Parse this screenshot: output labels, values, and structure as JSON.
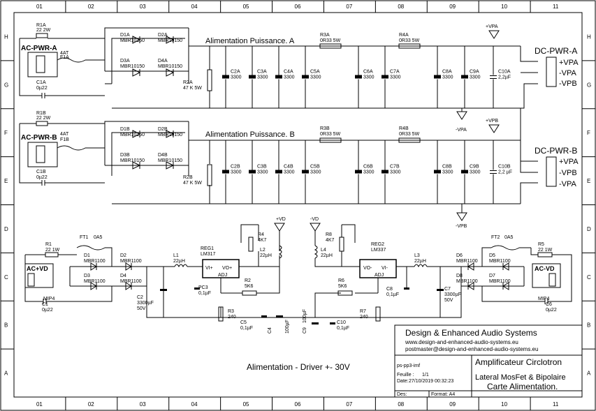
{
  "grid": {
    "columns": [
      "01",
      "02",
      "03",
      "04",
      "05",
      "06",
      "07",
      "08",
      "09",
      "10",
      "11"
    ],
    "rows": [
      "H",
      "G",
      "F",
      "E",
      "D",
      "C",
      "B",
      "A"
    ]
  },
  "channel_a": {
    "title": "Alimentation Puissance. A",
    "input_connector": "AC-PWR-A",
    "output_connector": "DC-PWR-A",
    "output_pins": [
      "+VPA",
      "-VPA",
      "-VPB"
    ],
    "r_in": [
      "R1A",
      "22 2W"
    ],
    "fuse": [
      "F1A",
      "4AT"
    ],
    "c_in": [
      "C1A",
      "0µ22"
    ],
    "diodes": [
      [
        "D1A",
        "MBR10150"
      ],
      [
        "D2A",
        "MBR10150"
      ],
      [
        "D3A",
        "MBR10150"
      ],
      [
        "D4A",
        "MBR10150"
      ]
    ],
    "r_bleed": [
      "R2A",
      "47 K  5W"
    ],
    "r_series": [
      [
        "R3A",
        "0R33 5W"
      ],
      [
        "R4A",
        "0R33 5W"
      ]
    ],
    "caps": [
      [
        "C2A",
        "3300"
      ],
      [
        "C3A",
        "3300"
      ],
      [
        "C4A",
        "3300"
      ],
      [
        "C5A",
        "3300"
      ],
      [
        "C6A",
        "3300"
      ],
      [
        "C7A",
        "3300"
      ],
      [
        "C8A",
        "3300"
      ],
      [
        "C9A",
        "3300"
      ],
      [
        "C10A",
        "2,2µF"
      ]
    ],
    "rail_pos": "+VPA",
    "rail_neg": "-VPA"
  },
  "channel_b": {
    "title": "Alimentation Puissance. B",
    "input_connector": "AC-PWR-B",
    "output_connector": "DC-PWR-B",
    "output_pins": [
      "+VPA",
      "-VPB",
      "-VPA"
    ],
    "r_in": [
      "R1B",
      "22 2W"
    ],
    "fuse": [
      "F1B",
      "4AT"
    ],
    "c_in": [
      "C1B",
      "0µ22"
    ],
    "diodes": [
      [
        "D1B",
        "MBR10150"
      ],
      [
        "D2B",
        "MBR10150"
      ],
      [
        "D3B",
        "MBR10150"
      ],
      [
        "D4B",
        "MBR10150"
      ]
    ],
    "r_bleed": [
      "R2B",
      "47 K  5W"
    ],
    "r_series": [
      [
        "R3B",
        "0R33 5W"
      ],
      [
        "R4B",
        "0R33 5W"
      ]
    ],
    "caps": [
      [
        "C2B",
        "3300"
      ],
      [
        "C3B",
        "3300"
      ],
      [
        "C4B",
        "3300"
      ],
      [
        "C5B",
        "3300"
      ],
      [
        "C6B",
        "3300"
      ],
      [
        "C7B",
        "3300"
      ],
      [
        "C8B",
        "3300"
      ],
      [
        "C9B",
        "3300"
      ],
      [
        "C10B",
        "2,2 µF"
      ]
    ],
    "rail_pos": "+VPB",
    "rail_neg": "-VPB"
  },
  "driver": {
    "title": "Alimentation - Driver +- 30V",
    "left": {
      "connector": "AC+VD",
      "r1": [
        "R1",
        "22 1W"
      ],
      "fuse": [
        "FT1",
        "0A5"
      ],
      "c1": [
        "C1",
        "0µ22"
      ],
      "diodes": [
        [
          "D1",
          "MBR1100"
        ],
        [
          "D2",
          "MBR1100"
        ],
        [
          "D3",
          "MBR1100"
        ],
        [
          "D4",
          "MBR1100"
        ]
      ],
      "c2": [
        "C2",
        "3300µF",
        "50V"
      ],
      "l1": [
        "L1",
        "22µH"
      ],
      "pc3": [
        "PC3",
        "0,1µF"
      ],
      "reg": [
        "REG1",
        "LM317"
      ],
      "reg_pins": [
        "VI+",
        "VO+",
        "ADJ"
      ],
      "r4": [
        "R4",
        "4K7"
      ],
      "l2": [
        "L2",
        "22µH"
      ],
      "r2": [
        "R2",
        "5K6"
      ],
      "r3": [
        "R3",
        "240"
      ],
      "c5": [
        "C5",
        "0,1µF"
      ],
      "c4": [
        "C4",
        "100µF"
      ],
      "rail": "+VD",
      "mip": "MIP4"
    },
    "right": {
      "connector": "AC-VD",
      "r5": [
        "R5",
        "22 1W"
      ],
      "fuse": [
        "FT2",
        "0A5"
      ],
      "c6": [
        "C6",
        "0µ22"
      ],
      "diodes": [
        [
          "D6",
          "MBR1100"
        ],
        [
          "D5",
          "MBR1100"
        ],
        [
          "D8",
          "MBR1100"
        ],
        [
          "D7",
          "MBR1100"
        ]
      ],
      "c7": [
        "C7",
        "3300µF",
        "50V"
      ],
      "l3": [
        "L3",
        "22µH"
      ],
      "c8": [
        "C8",
        "0,1µF"
      ],
      "reg": [
        "REG2",
        "LM337"
      ],
      "reg_pins": [
        "VO-",
        "VI-",
        "ADJ"
      ],
      "r8": [
        "R8",
        "4K7"
      ],
      "l4": [
        "L4",
        "22µH"
      ],
      "r6": [
        "R6",
        "5K6"
      ],
      "r7": [
        "R7",
        "240"
      ],
      "c10": [
        "C10",
        "0,1µF"
      ],
      "c9": [
        "C9",
        "100µF"
      ],
      "rail": "-VD",
      "mip": "MIP4"
    }
  },
  "title_block": {
    "company": "Design & Enhanced Audio Systems",
    "website": "www.design-and-enhanced-audio-systems.eu",
    "email": "postmaster@design-and-enhanced-audio-systems.eu",
    "file": "ps-pp3-imf",
    "sheet_label": "Feuille :",
    "sheet_value": "1/1",
    "date_label": "Date:",
    "date_value": "27/10/2019  00:32:23",
    "desc_label": "Des:",
    "format_label": "Format: A4",
    "line1": "Amplificateur Circlotron",
    "line2": "Lateral MosFet & Bipolaire",
    "line3": "Carte Alimentation."
  },
  "colors": {
    "ink": "#000000",
    "paper": "#ffffff"
  }
}
